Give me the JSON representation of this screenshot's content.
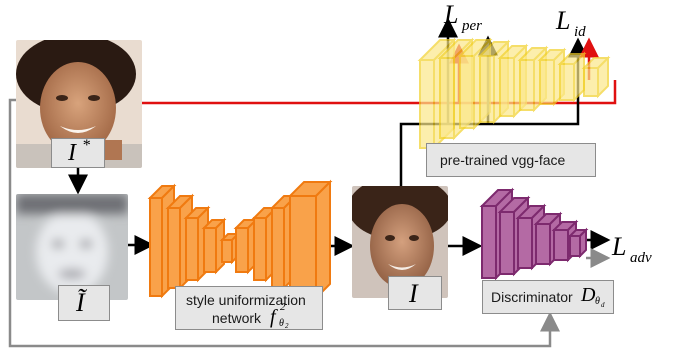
{
  "inputs": {
    "reference_symbol": "I",
    "reference_superscript": "*",
    "degraded_symbol": "Ĩ",
    "output_symbol": "I"
  },
  "networks": {
    "generator_line1": "style uniformization",
    "generator_line2": "network",
    "generator_symbol": "f",
    "generator_superscript": "2",
    "generator_subscript": "θ",
    "generator_subsubscript": "2",
    "vgg_label": "pre-trained vgg-face",
    "discriminator_label": "Discriminator",
    "discriminator_symbol": "D",
    "discriminator_subscript": "θ",
    "discriminator_subsubscript": "d"
  },
  "losses": {
    "perceptual_symbol": "L",
    "perceptual_subscript": "per",
    "identity_symbol": "L",
    "identity_subscript": "id",
    "adversarial_symbol": "L",
    "adversarial_subscript": "adv"
  },
  "colors": {
    "generator_fill": "#f9a24a",
    "generator_stroke": "#f07a10",
    "vgg_fill": "#fbe88a",
    "vgg_stroke": "#f2d12a",
    "discriminator_fill": "#b46aa4",
    "discriminator_stroke": "#7d2a6e",
    "reference_line": "#e01010",
    "feedback_line": "#8a8a8a"
  }
}
